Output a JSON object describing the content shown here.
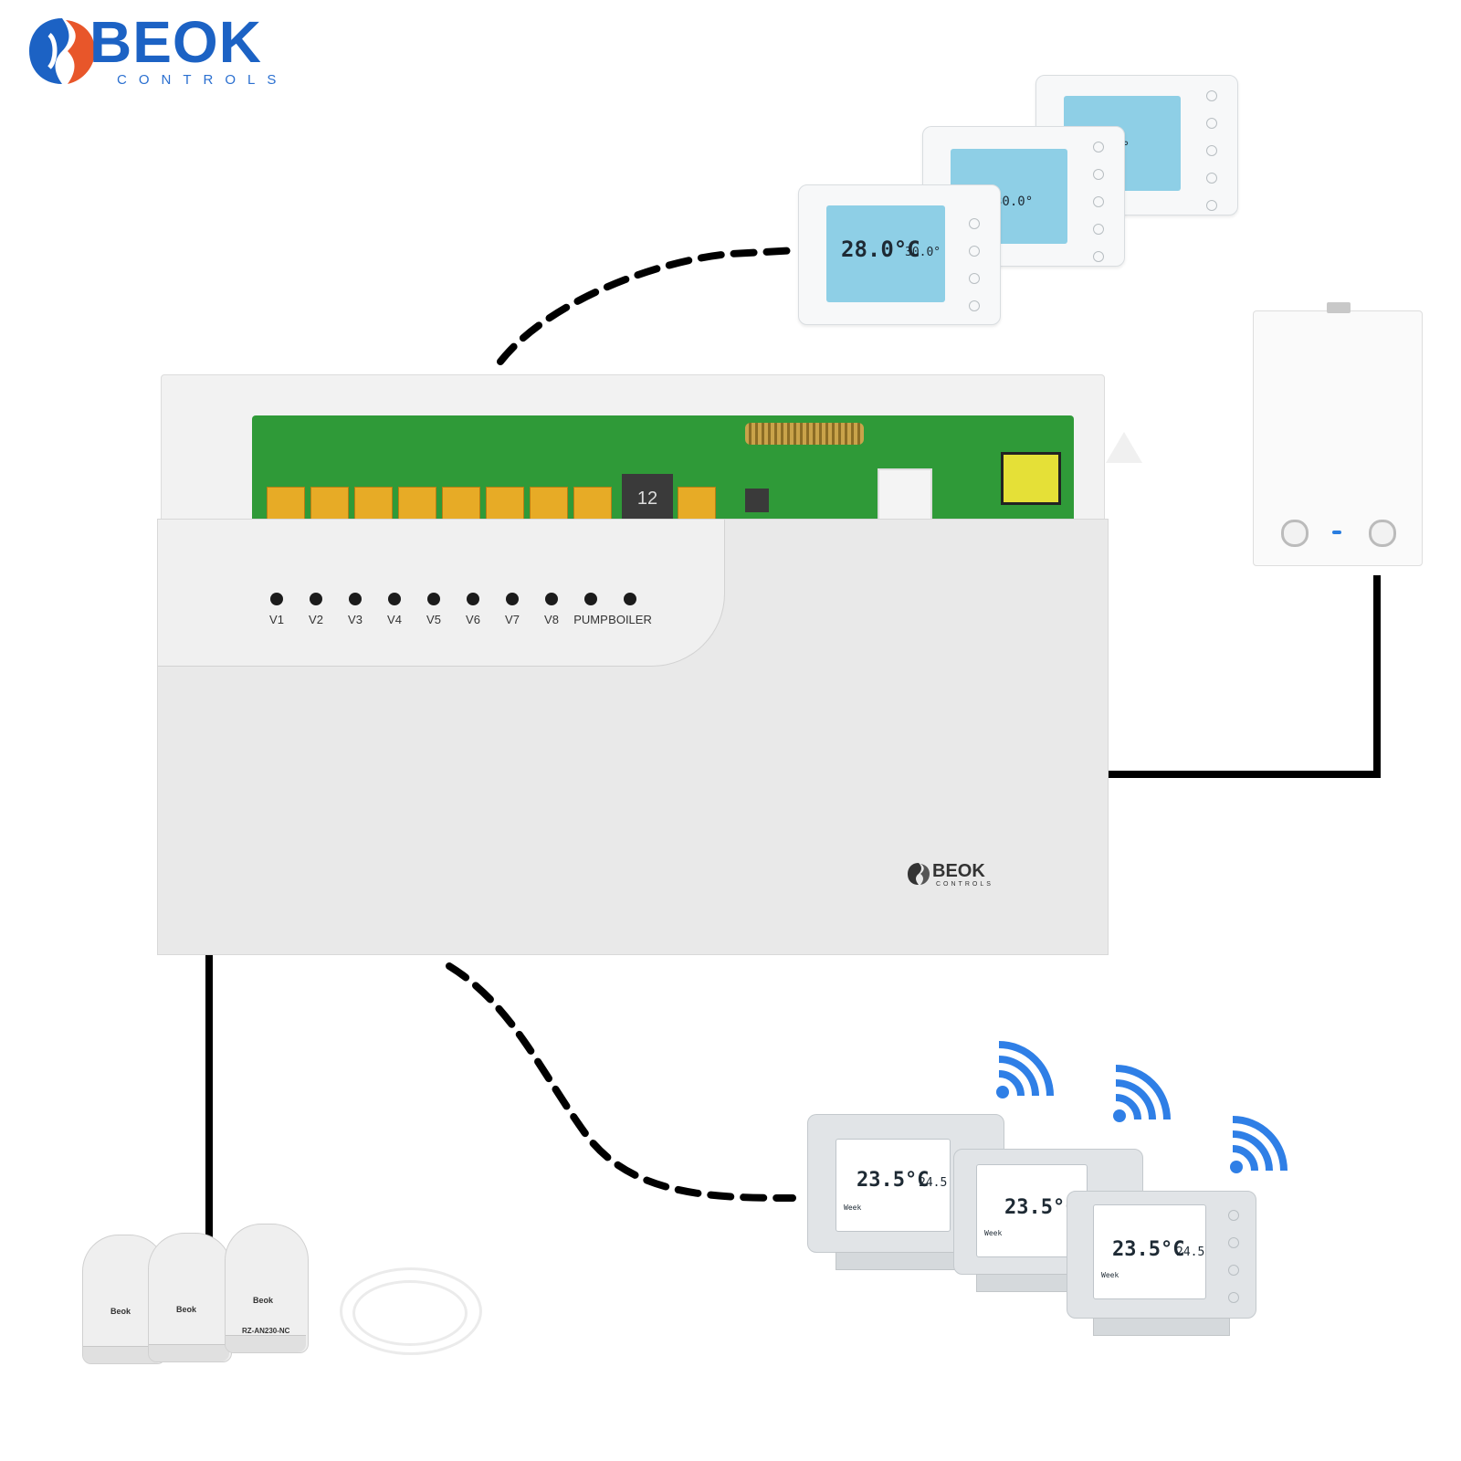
{
  "brand": {
    "name": "BEOK",
    "tagline": "CONTROLS",
    "primary_color": "#1c62c4"
  },
  "controller": {
    "indicators": [
      {
        "label": "V1"
      },
      {
        "label": "V2"
      },
      {
        "label": "V3"
      },
      {
        "label": "V4"
      },
      {
        "label": "V5"
      },
      {
        "label": "V6"
      },
      {
        "label": "V7"
      },
      {
        "label": "V8"
      },
      {
        "label": "PUMP"
      },
      {
        "label": "BOILER"
      }
    ],
    "relay_label": "12",
    "front_logo": "BEOK",
    "front_tagline": "CONTROLS"
  },
  "wired_thermostats": {
    "room_temp": "28.0°C",
    "set_temp": "30.0°",
    "count": 3
  },
  "wireless_thermostats": {
    "room_temp": "23.5°C",
    "set_temp": "24.5",
    "week_label": "Week",
    "count": 3
  },
  "actuators": {
    "brand": "Beok",
    "model": "RZ-AN230-NC"
  },
  "colors": {
    "wire": "#000000",
    "wifi": "#2f7fe6",
    "lcd_blue": "#8ecfe6",
    "pcb": "#2f9a38",
    "relay": "#e7ab26"
  }
}
